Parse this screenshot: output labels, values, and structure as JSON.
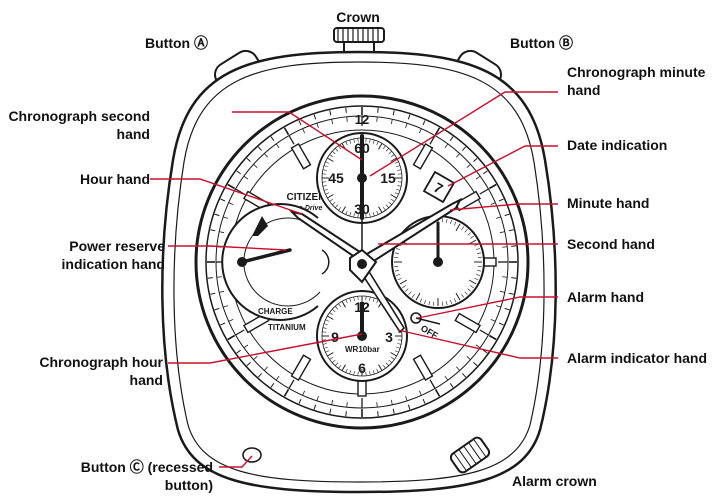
{
  "labels": {
    "crown": "Crown",
    "button_a": "Button Ⓐ",
    "button_b": "Button Ⓑ",
    "chrono_minute_1": "Chronograph minute",
    "chrono_minute_2": "hand",
    "chrono_second_1": "Chronograph second",
    "chrono_second_2": "hand",
    "date": "Date indication",
    "hour_hand": "Hour hand",
    "minute_hand": "Minute hand",
    "power_reserve_1": "Power reserve",
    "power_reserve_2": "indication hand",
    "second_hand": "Second hand",
    "alarm_hand": "Alarm hand",
    "chrono_hour_1": "Chronograph hour",
    "chrono_hour_2": "hand",
    "alarm_indicator": "Alarm indicator hand",
    "button_c_1": "Button  Ⓒ (recessed",
    "button_c_2": "button)",
    "alarm_crown": "Alarm crown"
  },
  "dial": {
    "brand": "CITIZEN",
    "model": "Eco-Drive",
    "material": "TITANIUM",
    "water": "WR10bar",
    "charge": "CHARGE",
    "off": "OFF",
    "date_value": "7",
    "sub_top": [
      "60",
      "15",
      "30",
      "45"
    ],
    "sub_bottom": [
      "12",
      "3",
      "6",
      "9"
    ],
    "hour_12": "12"
  },
  "colors": {
    "leader": "#c8102e",
    "ink": "#1a1a1a"
  }
}
